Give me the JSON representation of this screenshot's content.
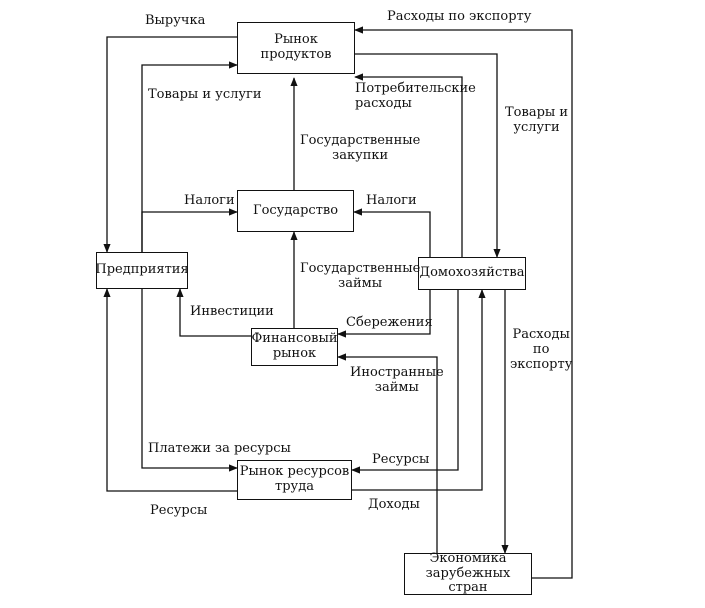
{
  "nodes": {
    "product_market": "Рынок\nпродуктов",
    "government": "Государство",
    "firms": "Предприятия",
    "households": "Домохозяйства",
    "financial_market": "Финансовый\nрынок",
    "labor_market": "Рынок ресурсов\nтруда",
    "foreign_economy": "Экономика\nзарубежных стран"
  },
  "labels": {
    "revenue": "Выручка",
    "goods_services_left": "Товары и услуги",
    "export_spending_top": "Расходы по экспорту",
    "consumer_spending": "Потребительские\nрасходы",
    "goods_services_right": "Товары и\nуслуги",
    "gov_purchases": "Государственные\nзакупки",
    "taxes_left": "Налоги",
    "taxes_right": "Налоги",
    "gov_loans": "Государственные\nзаймы",
    "investments": "Инвестиции",
    "savings": "Сбережения",
    "export_spending_right": "Расходы\nпо\nэкспорту",
    "foreign_loans": "Иностранные\nзаймы",
    "resource_payments": "Платежи за ресурсы",
    "resources_right": "Ресурсы",
    "resources_bottom": "Ресурсы",
    "incomes": "Доходы"
  }
}
